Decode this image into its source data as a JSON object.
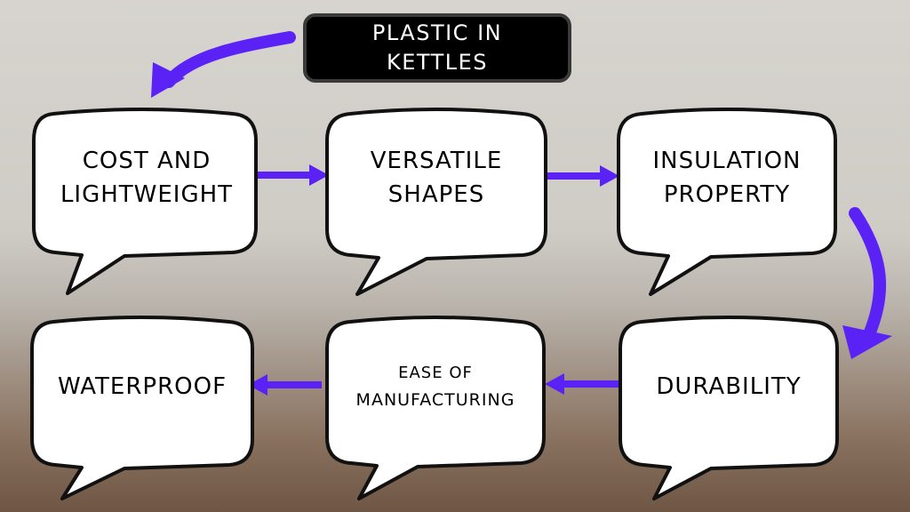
{
  "title": "PLASTIC IN\nKETTLES",
  "nodes": [
    {
      "id": "cost",
      "label": "COST AND\nLIGHTWEIGHT"
    },
    {
      "id": "versatile",
      "label": "VERSATILE\nSHAPES"
    },
    {
      "id": "insulation",
      "label": "INSULATION\nPROPERTY"
    },
    {
      "id": "durability",
      "label": "DURABILITY"
    },
    {
      "id": "ease",
      "label_line1": "EASE OF",
      "label_line2": "MANUFACTURING"
    },
    {
      "id": "waterproof",
      "label": "WATERPROOF"
    }
  ],
  "colors": {
    "arrow": "#5b22f5",
    "bubble_fill": "#ffffff",
    "bubble_stroke": "#111111",
    "title_fill": "#000000",
    "title_text": "#ffffff"
  }
}
